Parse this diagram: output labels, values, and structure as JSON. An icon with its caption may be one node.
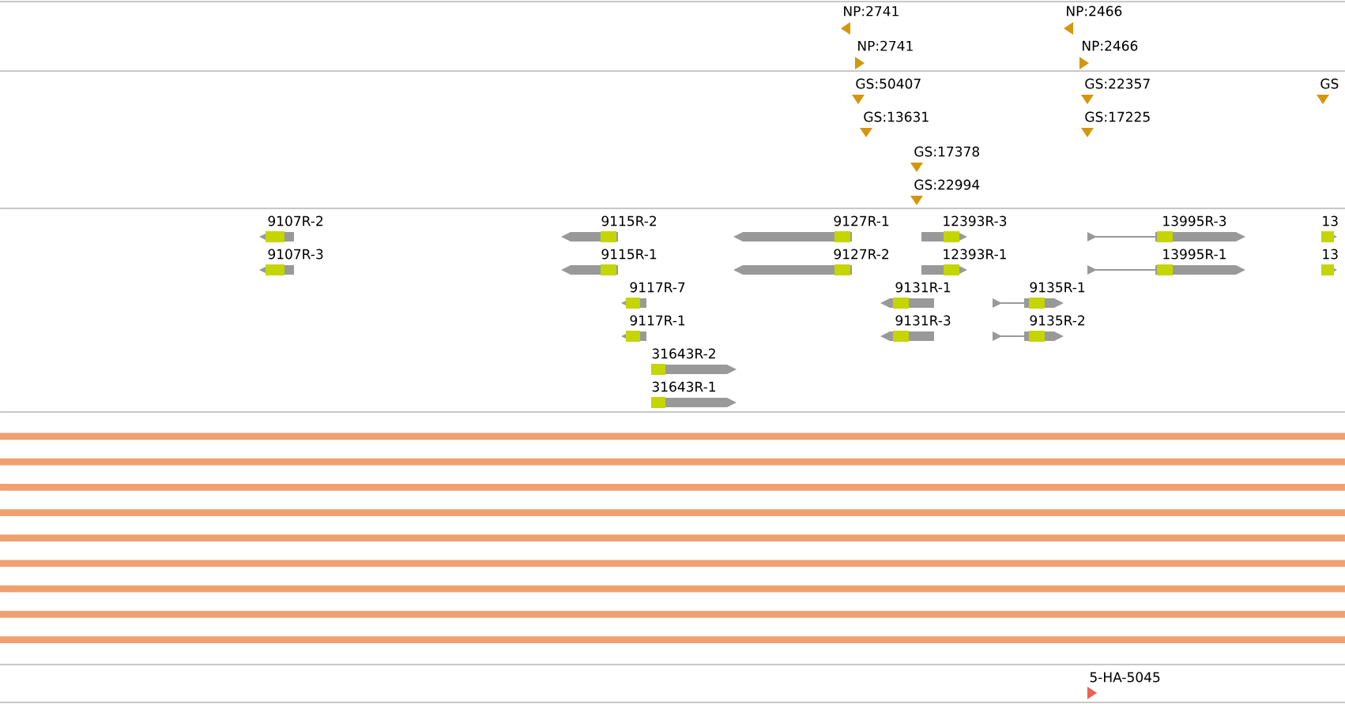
{
  "diagram": {
    "labels": [
      "NP:2741",
      "NP:2741",
      "NP:2466",
      "NP:2466",
      "GS:50407",
      "GS:13631",
      "GS:17378",
      "GS:22994",
      "GS:22357",
      "GS:17225",
      "GS",
      "9107R-2",
      "9107R-3",
      "9115R-2",
      "9115R-1",
      "9127R-1",
      "12393R-3",
      "13995R-3",
      "13",
      "9127R-2",
      "12393R-1",
      "13995R-1",
      "13",
      "9117R-7",
      "9131R-1",
      "9135R-1",
      "9117R-1",
      "9131R-3",
      "9135R-2",
      "31643R-2",
      "31643R-1",
      "5-HA-5045"
    ]
  }
}
